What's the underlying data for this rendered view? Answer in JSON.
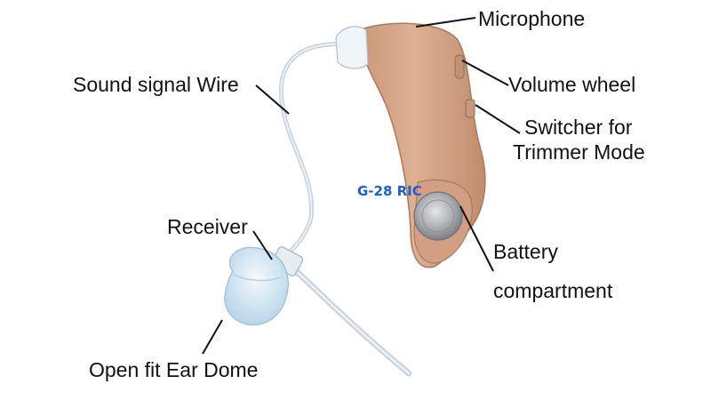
{
  "labels": {
    "microphone": "Microphone",
    "volume_wheel": "Volume wheel",
    "switcher_line1": "Switcher for",
    "switcher_line2": "Trimmer Mode",
    "sound_wire": "Sound signal Wire",
    "receiver": "Receiver",
    "battery_line1": "Battery",
    "battery_line2": "compartment",
    "ear_dome": "Open fit Ear Dome"
  },
  "model_text": "G-28 RIC",
  "colors": {
    "body": "#d8a78a",
    "body_shadow": "#b98668",
    "tip": "#eef4f8",
    "wire": "#c9d4dc",
    "dome": "#d8eaf6",
    "battery": "#b9bcc0",
    "label_text": "#111111",
    "model_text": "#1a5fd6"
  }
}
